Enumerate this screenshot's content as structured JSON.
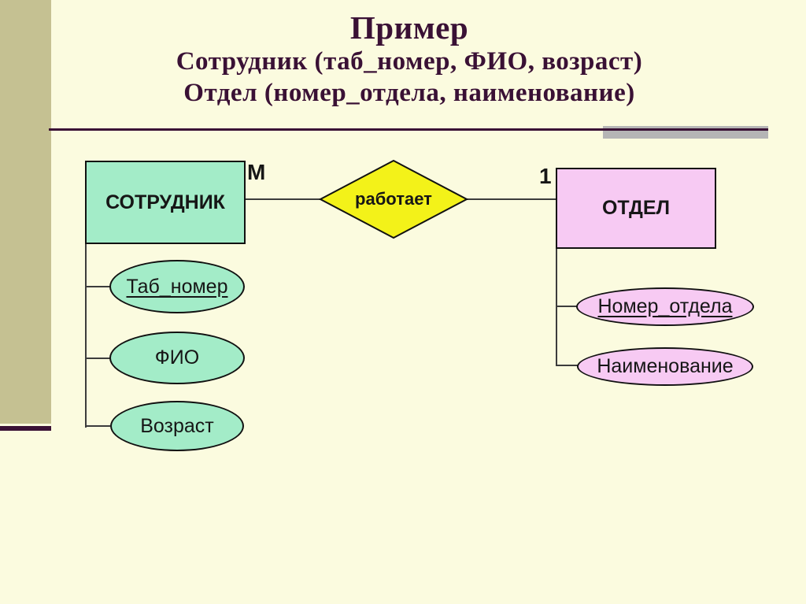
{
  "slide": {
    "title": "Пример",
    "subtitle_lines": [
      "Сотрудник (таб_номер, ФИО, возраст)",
      "Отдел (номер_отдела, наименование)"
    ]
  },
  "diagram": {
    "employee": {
      "label": "СОТРУДНИК",
      "attributes": [
        {
          "label": "Таб_номер",
          "primary_key": true
        },
        {
          "label": "ФИО",
          "primary_key": false
        },
        {
          "label": "Возраст",
          "primary_key": false
        }
      ]
    },
    "department": {
      "label": "ОТДЕЛ",
      "attributes": [
        {
          "label": "Номер_отдела",
          "primary_key": true
        },
        {
          "label": "Наименование",
          "primary_key": false
        }
      ]
    },
    "relationship": {
      "label": "работает",
      "employee_cardinality": "M",
      "department_cardinality": "1"
    }
  },
  "colors": {
    "background": "#FBFBDF",
    "bar": "#C5C192",
    "accent": "#3A1135",
    "title_text": "#3A1135",
    "rule_gray": "#B5B5B5",
    "mint": "#A3ECC8",
    "pink": "#F7CAF3",
    "yellow": "#F3F219",
    "connector": "#3c3c3c",
    "shape_border": "#111111",
    "label_text": "#161616"
  }
}
